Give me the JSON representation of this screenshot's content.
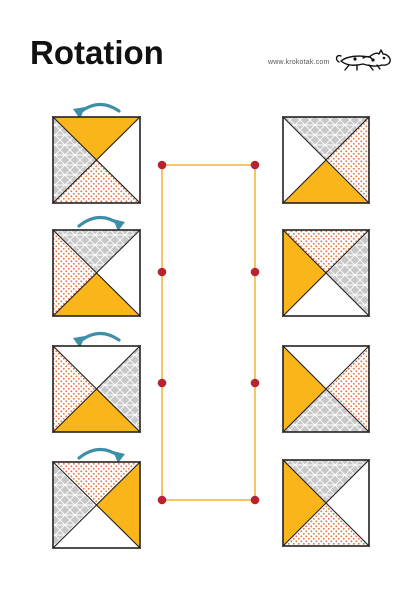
{
  "title": "Rotation",
  "brand": "www.krokotak.com",
  "icons": {
    "logo": "cat-icon",
    "rotate_left": "arrow-rotate-left-icon",
    "rotate_right": "arrow-rotate-right-icon"
  },
  "colors": {
    "yellow": "#F9B51A",
    "gray": "#C7C7C7",
    "dots": "#E0784A",
    "arrow": "#3F8EA8",
    "line": "#F2B83A",
    "dot": "#B8232F",
    "stroke": "#222222"
  },
  "left_column": [
    {
      "arrow": "left",
      "triangles": {
        "top": "yellow",
        "right": "white",
        "bottom": "dots",
        "left": "gray"
      }
    },
    {
      "arrow": "right",
      "triangles": {
        "top": "gray",
        "right": "white",
        "bottom": "yellow",
        "left": "dots"
      }
    },
    {
      "arrow": "left",
      "triangles": {
        "top": "white",
        "right": "gray",
        "bottom": "yellow",
        "left": "dots"
      }
    },
    {
      "arrow": "right",
      "triangles": {
        "top": "dots",
        "right": "yellow",
        "bottom": "white",
        "left": "gray"
      }
    }
  ],
  "right_column": [
    {
      "triangles": {
        "top": "gray",
        "right": "dots",
        "bottom": "yellow",
        "left": "white"
      }
    },
    {
      "triangles": {
        "top": "dots",
        "right": "gray",
        "bottom": "white",
        "left": "yellow"
      }
    },
    {
      "triangles": {
        "top": "white",
        "right": "dots",
        "bottom": "gray",
        "left": "yellow"
      }
    },
    {
      "triangles": {
        "top": "gray",
        "right": "white",
        "bottom": "dots",
        "left": "yellow"
      }
    }
  ]
}
